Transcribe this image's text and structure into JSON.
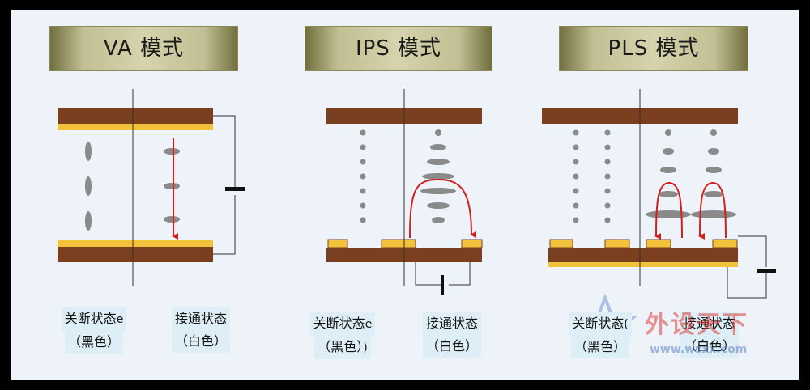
{
  "panels": [
    {
      "title": "VA 模式",
      "left_label": "关断状态",
      "left_sub": "（黑色）",
      "right_label": "接通状态",
      "right_sub": "（白色）"
    },
    {
      "title": "IPS 模式",
      "left_label": "关断状态",
      "left_sub": "（黑色）",
      "right_label": "接通状态",
      "right_sub": "（白色）"
    },
    {
      "title": "PLS 模式",
      "left_label": "关断状态",
      "left_sub": "（黑色）",
      "right_label": "接通状态",
      "right_sub": "（白色）"
    }
  ],
  "stray_marks": {
    "va": "e",
    "ips": "e",
    "ips_paren": ")",
    "pls": "("
  },
  "watermark": {
    "name": "外设天下",
    "url": "www.wsxx.com"
  },
  "colors": {
    "electrode_brown": "#7a3f1e",
    "electrode_gold": "#f2c23a",
    "liquid_crystal": "#8a8a8a",
    "arrow_red": "#d4201c",
    "title_band": "#c2bf94"
  }
}
